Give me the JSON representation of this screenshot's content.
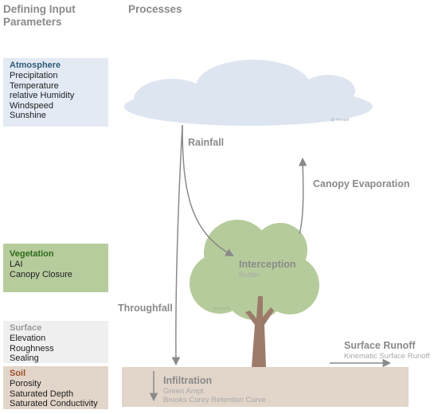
{
  "headers": {
    "inputs": "Defining Input Parameters",
    "processes": "Processes"
  },
  "parameters": {
    "atmosphere": {
      "title": "Atmosphere",
      "items": [
        "Precipitation",
        "Temperature",
        "relative Humidity",
        "Windspeed",
        "Sunshine"
      ],
      "title_color": "#2f5d7a",
      "bg_color": "#e3eaf4"
    },
    "vegetation": {
      "title": "Vegetation",
      "items": [
        "LAI",
        "Canopy Closure"
      ],
      "title_color": "#2e6b1c",
      "bg_color": "#b7cc9d"
    },
    "surface": {
      "title": "Surface",
      "items": [
        "Elevation",
        "Roughness",
        "Sealing"
      ],
      "title_color": "#9a9a9a",
      "bg_color": "#efefef"
    },
    "soil": {
      "title": "Soil",
      "items": [
        "Porosity",
        "Saturated Depth",
        "Saturated Conductivity"
      ],
      "title_color": "#a0522d",
      "bg_color": "#e2d5c9"
    }
  },
  "processes": {
    "rainfall": "Rainfall",
    "canopy_evaporation": "Canopy Evaporation",
    "interception": {
      "label": "Interception",
      "method": "Rutter"
    },
    "throughfall": "Throughfall",
    "surface_runoff": {
      "label": "Surface Runoff",
      "method": "Kinematic Surface Runoff"
    },
    "infiltration": {
      "label": "Infiltration",
      "methods": [
        "Green Ampt",
        "Brooks Corey Retention Curve"
      ]
    }
  },
  "credits": {
    "cloud": "@ freepik",
    "tree": "@freepik"
  },
  "colors": {
    "cloud": "#dde5f0",
    "tree_crown": "#b6cb9b",
    "trunk": "#9c7b6b",
    "soil_strip": "#e2d5c9",
    "arrow": "#8a8a8a"
  }
}
